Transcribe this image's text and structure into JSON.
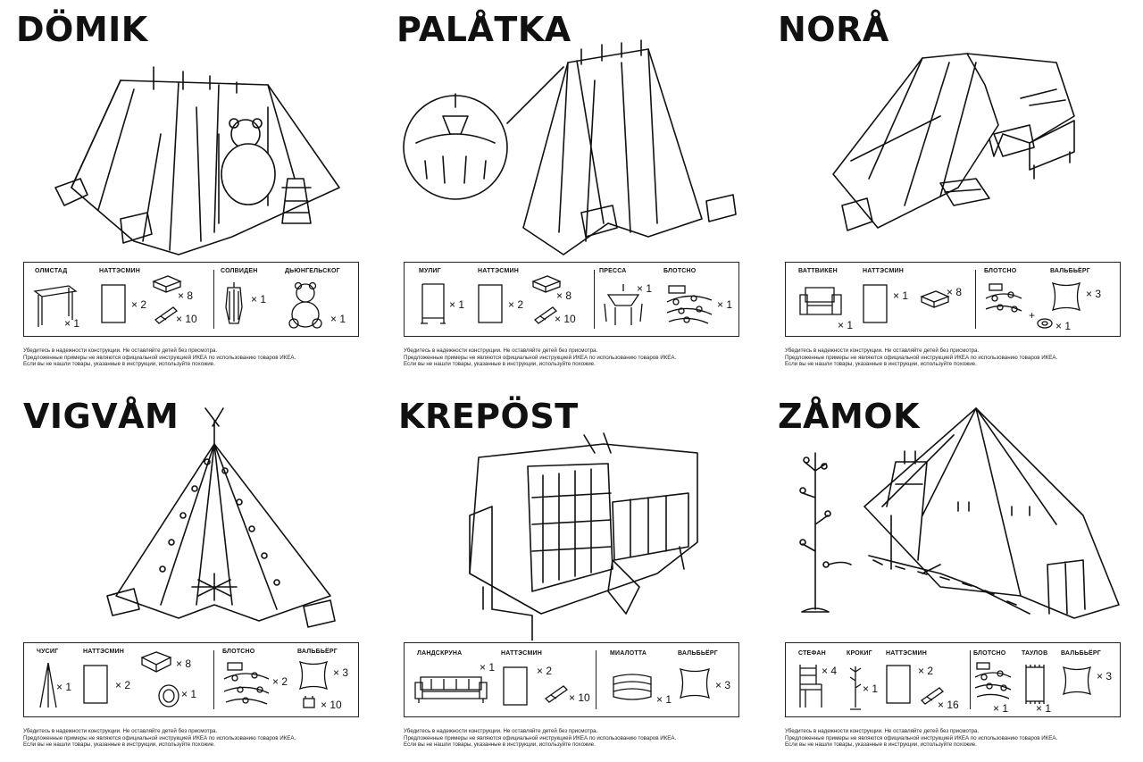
{
  "panels": [
    {
      "title": "DÖMIK",
      "items": [
        {
          "name": "ОЛМСТАД",
          "qty": "× 1"
        },
        {
          "name": "НАТТЭСМИН",
          "qty": "× 2"
        },
        {
          "name": "",
          "qty": "× 8"
        },
        {
          "name": "",
          "qty": "× 10"
        },
        {
          "name": "СОЛВИДЕН",
          "qty": "× 1"
        },
        {
          "name": "ДЬЮНГЕЛЬСКОГ",
          "qty": "× 1"
        }
      ]
    },
    {
      "title": "PALÅTKA",
      "items": [
        {
          "name": "МУЛИГ",
          "qty": "× 1"
        },
        {
          "name": "НАТТЭСМИН",
          "qty": "× 2"
        },
        {
          "name": "",
          "qty": "× 8"
        },
        {
          "name": "",
          "qty": "× 10"
        },
        {
          "name": "ПРЕССА",
          "qty": "× 1"
        },
        {
          "name": "БЛОТСНО",
          "qty": "× 1"
        }
      ]
    },
    {
      "title": "NORÅ",
      "items": [
        {
          "name": "ВАТТВИКЕН",
          "qty": "× 1"
        },
        {
          "name": "НАТТЭСМИН",
          "qty": "× 1"
        },
        {
          "name": "",
          "qty": "× 8"
        },
        {
          "name": "БЛОТСНО",
          "qty": "+"
        },
        {
          "name": "ВАЛЬБЬЁРГ",
          "qty": "× 3"
        },
        {
          "name": "",
          "qty": "× 1"
        }
      ]
    },
    {
      "title": "VIGVÅM",
      "items": [
        {
          "name": "ЧУСИГ",
          "qty": "× 1"
        },
        {
          "name": "НАТТЭСМИН",
          "qty": "× 2"
        },
        {
          "name": "",
          "qty": "× 8"
        },
        {
          "name": "",
          "qty": "× 1"
        },
        {
          "name": "БЛОТСНО",
          "qty": "× 2"
        },
        {
          "name": "ВАЛЬБЬЁРГ",
          "qty": "× 3"
        },
        {
          "name": "",
          "qty": "× 10"
        }
      ]
    },
    {
      "title": "KREPÖST",
      "items": [
        {
          "name": "ЛАНДСКРУНА",
          "qty": "× 1"
        },
        {
          "name": "НАТТЭСМИН",
          "qty": "× 2"
        },
        {
          "name": "",
          "qty": "× 10"
        },
        {
          "name": "МИАЛОТТА",
          "qty": "× 1"
        },
        {
          "name": "ВАЛЬБЬЁРГ",
          "qty": "× 3"
        }
      ]
    },
    {
      "title": "ZÅMOK",
      "items": [
        {
          "name": "СТЕФАН",
          "qty": "× 4"
        },
        {
          "name": "КРОКИГ",
          "qty": "× 1"
        },
        {
          "name": "НАТТЭСМИН",
          "qty": "× 2"
        },
        {
          "name": "",
          "qty": "× 16"
        },
        {
          "name": "БЛОТСНО",
          "qty": "× 1"
        },
        {
          "name": "ТАУЛОВ",
          "qty": "× 1"
        },
        {
          "name": "ВАЛЬБЬЁРГ",
          "qty": "× 3"
        }
      ]
    }
  ],
  "footer": {
    "line1": "Убедитесь в надежности конструкции. Не оставляйте детей без присмотра.",
    "line2": "Предложенные примеры не являются официальной инструкцией ИКЕА по использованию товаров ИКЕА.",
    "line3": "Если вы не нашли товары, указанные в инструкции, используйте похожие."
  }
}
